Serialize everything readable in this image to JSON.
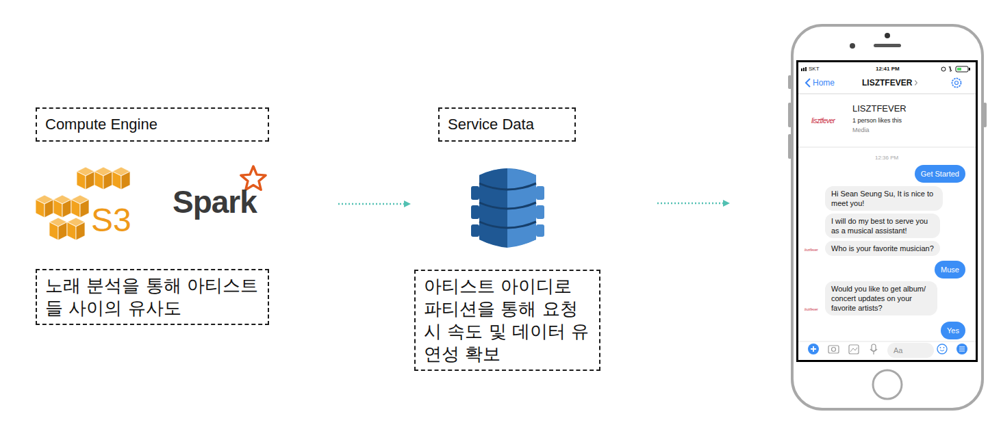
{
  "diagram": {
    "nodes": [
      {
        "text": [
          "Compute Engine"
        ]
      },
      {
        "text": [
          "노래 분석을 통해 아티스트들 사이의 유사도"
        ]
      },
      {
        "text": [
          "Service Data"
        ]
      },
      {
        "text": [
          "아티스트 아이디로 파티션을 통해 요청 시 속도 및 데이터 유연성 확보"
        ]
      },
      {
        "text": [
          "Get Started"
        ]
      },
      {
        "text": [
          "Hi Sean Seung Su, It is nice to meet you!"
        ]
      },
      {
        "text": [
          "I will do my best to serve you as a musical assistant!"
        ]
      },
      {
        "text": [
          "Who is your favorite musician?"
        ]
      },
      {
        "text": [
          "Muse"
        ]
      },
      {
        "text": [
          "Would you like to get album/ concert updates on your favorite artists?"
        ]
      },
      {
        "text": [
          "Yes"
        ]
      },
      {
        "text": [
          "Aa"
        ]
      }
    ],
    "labels": [
      "S3",
      "Spark",
      "SKT",
      "12:41 PM",
      "Home",
      "LISZTFEVER",
      "lisztfever",
      "LISZTFEVER",
      "1 person likes this",
      "Media",
      "12:36 PM",
      "lisztfever",
      "lisztfever"
    ]
  }
}
